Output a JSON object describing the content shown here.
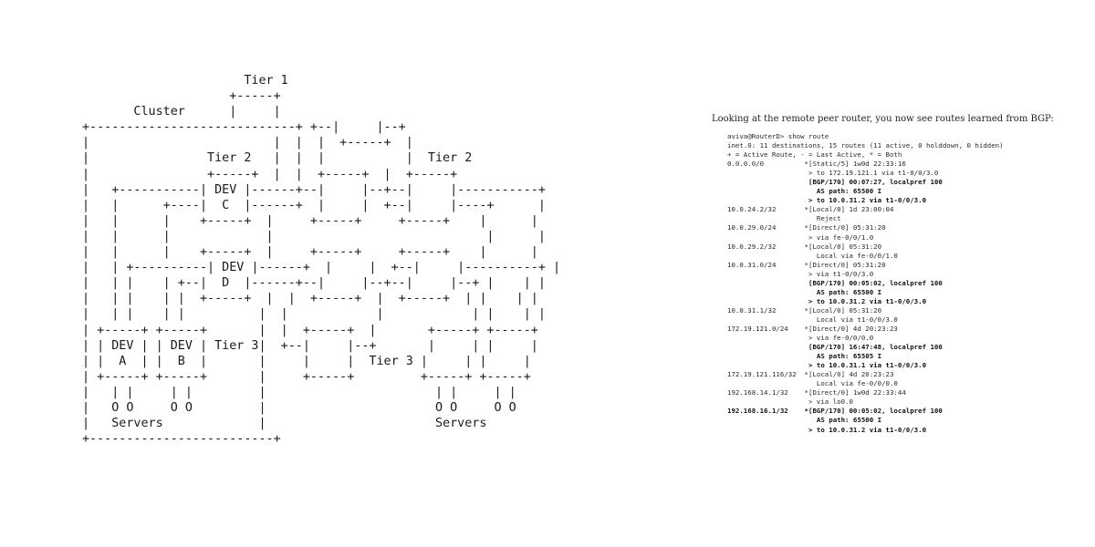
{
  "diagram": {
    "lines": [
      "                      Tier 1",
      "                    +-----+",
      "       Cluster      |     |",
      "+----------------------------+ +--|     |--+",
      "|                         |  |  |  +-----+  |",
      "|                Tier 2   |  |  |           |  Tier 2",
      "|                +-----+  |  |  +-----+  |  +-----+",
      "|   +-----------| DEV |------+--|     |--+--|     |-----------+",
      "|   |      +----|  C  |------+  |     |  +--|     |----+      |",
      "|   |      |    +-----+  |     +-----+     +-----+    |      |",
      "|   |      |             |                             |      |",
      "|   |      |    +-----+  |     +-----+     +-----+    |      |",
      "|   | +----------| DEV |------+  |     |  +--|     |----------+ |",
      "|   | |    | +--|  D  |------+--|     |--+--|     |--+ |    | |",
      "|   | |    | |  +-----+  |  |  +-----+  |  +-----+  | |    | |",
      "|   | |    | |          |  |            |            | |    | |",
      "| +-----+ +-----+       |  |  +-----+  |       +-----+ +-----+",
      "| | DEV | | DEV | Tier 3|  +--|     |--+       |     | |     |",
      "| |  A  | |  B  |       |     |     |  Tier 3 |     | |     |",
      "| +-----+ +-----+       |     +-----+         +-----+ +-----+",
      "|   | |     | |         |                       | |     | |",
      "|   O O     O O         |                       O O     O O",
      "|   Servers             |                       Servers",
      "+-------------------------+"
    ]
  },
  "document": {
    "intro": "Looking at the remote peer router, you now see routes learned from BGP:",
    "cli_lines": [
      {
        "text": "aviva@RouterD> show route",
        "bold": false
      },
      {
        "text": "inet.0: 11 destinations, 15 routes (11 active, 0 holddown, 0 hidden)",
        "bold": false
      },
      {
        "text": "+ = Active Route, - = Last Active, * = Both",
        "bold": false
      },
      {
        "text": "0.0.0.0/0          *[Static/5] 1w0d 22:33:16",
        "bold": false
      },
      {
        "text": "                    > to 172.19.121.1 via t1-0/0/3.0",
        "bold": false
      },
      {
        "text": "                    [BGP/170] 00:07:27, localpref 100",
        "bold": true
      },
      {
        "text": "                      AS path: 65500 I",
        "bold": true
      },
      {
        "text": "                    > to 10.0.31.2 via t1-0/0/3.0",
        "bold": true
      },
      {
        "text": "10.0.24.2/32       *[Local/0] 1d 23:00:04",
        "bold": false
      },
      {
        "text": "                      Reject",
        "bold": false
      },
      {
        "text": "10.0.29.0/24       *[Direct/0] 05:31:20",
        "bold": false
      },
      {
        "text": "                    > via fe-0/0/1.0",
        "bold": false
      },
      {
        "text": "10.0.29.2/32       *[Local/0] 05:31:20",
        "bold": false
      },
      {
        "text": "                      Local via fe-0/0/1.0",
        "bold": false
      },
      {
        "text": "10.0.31.0/24       *[Direct/0] 05:31:20",
        "bold": false
      },
      {
        "text": "                    > via t1-0/0/3.0",
        "bold": false
      },
      {
        "text": "                    [BGP/170] 00:05:02, localpref 100",
        "bold": true
      },
      {
        "text": "                      AS path: 65500 I",
        "bold": true
      },
      {
        "text": "                    > to 10.0.31.2 via t1-0/0/3.0",
        "bold": true
      },
      {
        "text": "10.0.31.1/32       *[Local/0] 05:31:20",
        "bold": false
      },
      {
        "text": "                      Local via t1-0/0/3.0",
        "bold": false
      },
      {
        "text": "172.19.121.0/24    *[Direct/0] 4d 20:23:23",
        "bold": false
      },
      {
        "text": "                    > via fe-0/0/0.0",
        "bold": false
      },
      {
        "text": "                    [BGP/170] 16:47:48, localpref 100",
        "bold": true
      },
      {
        "text": "                      AS path: 65505 I",
        "bold": true
      },
      {
        "text": "                    > to 10.0.31.1 via t1-0/0/3.0",
        "bold": true
      },
      {
        "text": "172.19.121.116/32  *[Local/0] 4d 20:23:23",
        "bold": false
      },
      {
        "text": "                      Local via fe-0/0/0.0",
        "bold": false
      },
      {
        "text": "192.168.14.1/32    *[Direct/0] 1w0d 22:33:44",
        "bold": false
      },
      {
        "text": "                    > via lo0.0",
        "bold": false
      },
      {
        "text": "192.168.16.1/32    *[BGP/170] 00:05:02, localpref 100",
        "bold": true
      },
      {
        "text": "                      AS path: 65500 I",
        "bold": true
      },
      {
        "text": "                    > to 10.0.31.2 via t1-0/0/3.0",
        "bold": true
      }
    ]
  }
}
